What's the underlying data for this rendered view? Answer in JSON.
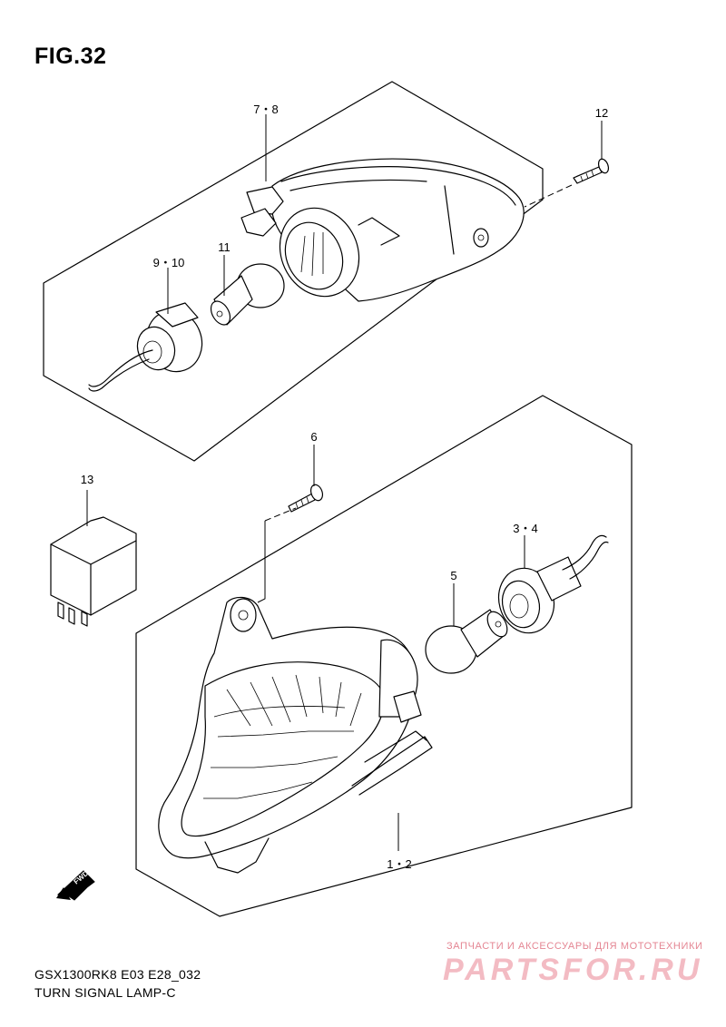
{
  "figure": {
    "title": "FIG.32"
  },
  "callouts": {
    "part_7_8": "7・8",
    "part_12": "12",
    "part_9_10": "9・10",
    "part_11": "11",
    "part_6": "6",
    "part_13": "13",
    "part_3_4": "3・4",
    "part_5": "5",
    "part_1_2": "1・2"
  },
  "fwd_badge": "FWD",
  "footer": {
    "model_code": "GSX1300RK8 E03 E28_032",
    "diagram_name": "TURN SIGNAL LAMP-C"
  },
  "watermark": {
    "tagline": "ЗАПЧАСТИ И АКСЕССУАРЫ ДЛЯ МОТОТЕХНИКИ",
    "brand": "PARTSFOR.RU"
  },
  "colors": {
    "line": "#000000",
    "background": "#ffffff",
    "watermark_red": "#e07080"
  }
}
